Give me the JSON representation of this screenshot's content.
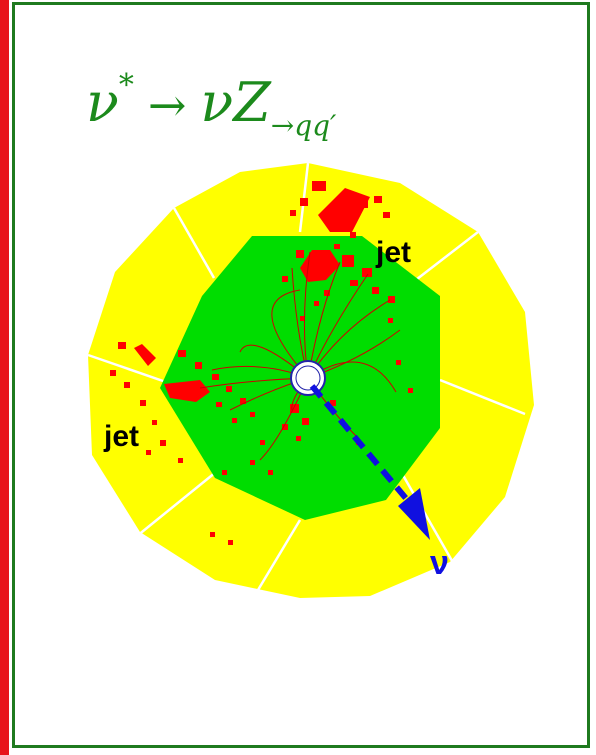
{
  "title": {
    "nu": "ν",
    "star": "*",
    "arrow": "→",
    "rhs": "νZ",
    "sub": "→qq′"
  },
  "labels": {
    "jet_upper": "jet",
    "jet_left": "jet",
    "neutrino": "ν"
  },
  "colors": {
    "frame": "#1f7a1f",
    "strip": "#e8141b",
    "outer_ring": "#ffff00",
    "inner_ring": "#00dd00",
    "deposits": "#ff0000",
    "tracks": "#cc0000",
    "neutrino_arrow": "#1010e0",
    "title": "#1c8a1c"
  }
}
